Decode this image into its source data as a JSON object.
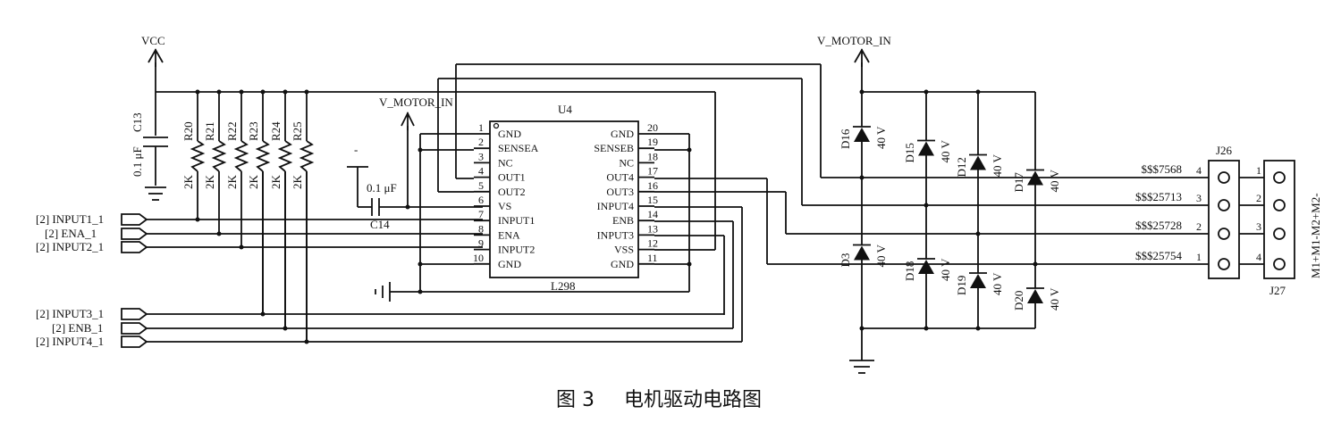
{
  "power": {
    "vcc": "VCC",
    "vmotor_top": "V_MOTOR_IN",
    "vmotor_mid": "V_MOTOR_IN"
  },
  "capacitors": {
    "c13_value": "0.1 μF",
    "c13_ref": "C13",
    "c14_value": "0.1 μF",
    "c14_ref": "C14",
    "polar_mark": "-"
  },
  "resistors": [
    {
      "ref": "R20",
      "value": "2K"
    },
    {
      "ref": "R21",
      "value": "2K"
    },
    {
      "ref": "R22",
      "value": "2K"
    },
    {
      "ref": "R23",
      "value": "2K"
    },
    {
      "ref": "R24",
      "value": "2K"
    },
    {
      "ref": "R25",
      "value": "2K"
    }
  ],
  "ports": [
    {
      "sheet": "[2]",
      "name": "INPUT1_1"
    },
    {
      "sheet": "[2]",
      "name": "ENA_1"
    },
    {
      "sheet": "[2]",
      "name": "INPUT2_1"
    },
    {
      "sheet": "[2]",
      "name": "INPUT3_1"
    },
    {
      "sheet": "[2]",
      "name": "ENB_1"
    },
    {
      "sheet": "[2]",
      "name": "INPUT4_1"
    }
  ],
  "ic": {
    "ref": "U4",
    "part": "L298",
    "left_pins": [
      {
        "num": "1",
        "name": "GND"
      },
      {
        "num": "2",
        "name": "SENSEA"
      },
      {
        "num": "3",
        "name": "NC"
      },
      {
        "num": "4",
        "name": "OUT1"
      },
      {
        "num": "5",
        "name": "OUT2"
      },
      {
        "num": "6",
        "name": "VS"
      },
      {
        "num": "7",
        "name": "INPUT1"
      },
      {
        "num": "8",
        "name": "ENA"
      },
      {
        "num": "9",
        "name": "INPUT2"
      },
      {
        "num": "10",
        "name": "GND"
      }
    ],
    "right_pins": [
      {
        "num": "20",
        "name": "GND"
      },
      {
        "num": "19",
        "name": "SENSEB"
      },
      {
        "num": "18",
        "name": "NC"
      },
      {
        "num": "17",
        "name": "OUT4"
      },
      {
        "num": "16",
        "name": "OUT3"
      },
      {
        "num": "15",
        "name": "INPUT4"
      },
      {
        "num": "14",
        "name": "ENB"
      },
      {
        "num": "13",
        "name": "INPUT3"
      },
      {
        "num": "12",
        "name": "VSS"
      },
      {
        "num": "11",
        "name": "GND"
      }
    ]
  },
  "diodes": {
    "top": [
      {
        "ref": "D16",
        "value": "40 V"
      },
      {
        "ref": "D15",
        "value": "40 V"
      },
      {
        "ref": "D12",
        "value": "40 V"
      },
      {
        "ref": "D17",
        "value": "40 V"
      }
    ],
    "bottom": [
      {
        "ref": "D3",
        "value": "40 V"
      },
      {
        "ref": "D18",
        "value": "40 V"
      },
      {
        "ref": "D19",
        "value": "40 V"
      },
      {
        "ref": "D20",
        "value": "40 V"
      }
    ]
  },
  "nets": [
    "$$$7568",
    "$$$25713",
    "$$$25728",
    "$$$25754"
  ],
  "j26": {
    "ref": "J26",
    "pins": [
      "4",
      "3",
      "2",
      "1"
    ]
  },
  "j27": {
    "ref": "J27",
    "pins": [
      "1",
      "2",
      "3",
      "4"
    ],
    "label": "M1+M1-M2+M2-"
  },
  "caption": {
    "figure": "图 3",
    "title": "电机驱动电路图"
  }
}
